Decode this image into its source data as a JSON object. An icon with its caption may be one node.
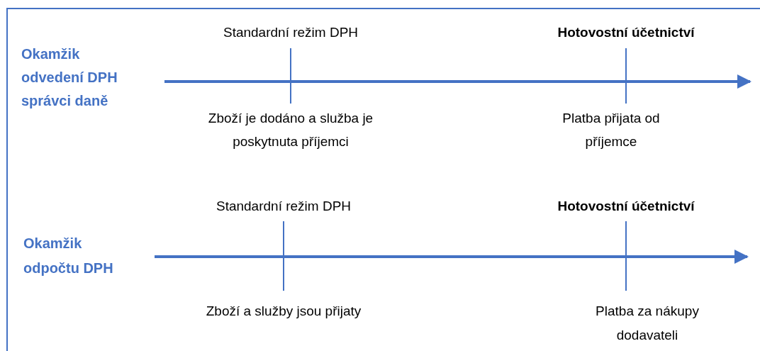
{
  "diagram": {
    "labels": [
      "Standardní režim DPH",
      "Hotovostní účetnictví",
      "Okamžik odvedení DPH správci daně",
      "Zboží je dodáno a služba je poskytnuta příjemci",
      "Platba přijata od příjemce",
      "Standardní režim DPH",
      "Hotovostní účetnictví",
      "Okamžik odpočtu DPH",
      "Zboží a služby jsou přijaty",
      "Platba za nákupy dodavateli"
    ]
  }
}
